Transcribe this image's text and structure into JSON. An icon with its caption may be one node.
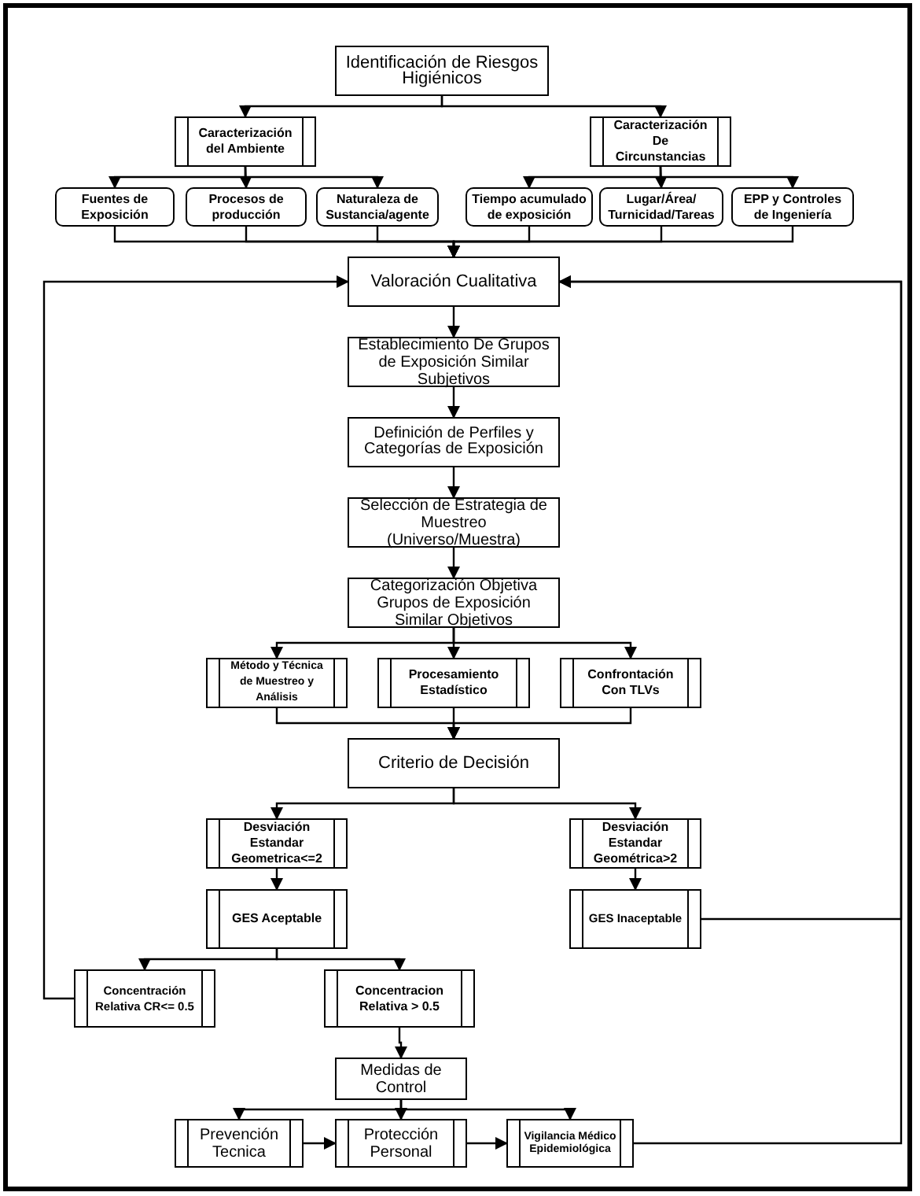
{
  "diagram": {
    "nodes": [
      {
        "text": [
          "Identificación de Riesgos Higiénicos"
        ]
      },
      {
        "text": [
          "Caracterización del Ambiente"
        ]
      },
      {
        "text": [
          "Caracterización De Circunstancias"
        ]
      },
      {
        "text": [
          "Fuentes de Exposición"
        ]
      },
      {
        "text": [
          "Procesos de producción"
        ]
      },
      {
        "text": [
          "Naturaleza de Sustancia/agente"
        ]
      },
      {
        "text": [
          "Tiempo acumulado de exposición"
        ]
      },
      {
        "text": [
          "Lugar/Área/ Turnicidad/Tareas"
        ]
      },
      {
        "text": [
          "EPP y Controles de Ingeniería"
        ]
      },
      {
        "text": [
          "Valoración Cualitativa"
        ]
      },
      {
        "text": [
          "Establecimiento De Grupos de Exposición Similar Subjetivos"
        ]
      },
      {
        "text": [
          "Definición de Perfiles y Categorías de Exposición"
        ]
      },
      {
        "text": [
          "Selección de Estrategia de Muestreo (Universo/Muestra)"
        ]
      },
      {
        "text": [
          "Categorización Objetiva Grupos de Exposición Similar Objetivos"
        ]
      },
      {
        "text": [
          "Método y Técnica de Muestreo y Análisis"
        ]
      },
      {
        "text": [
          "Procesamiento Estadístico"
        ]
      },
      {
        "text": [
          "Confrontación Con TLVs"
        ]
      },
      {
        "text": [
          "Criterio de Decisión"
        ]
      },
      {
        "text": [
          "Desviación Estandar Geometrica<=2"
        ]
      },
      {
        "text": [
          "Desviación Estandar Geométrica>2"
        ]
      },
      {
        "text": [
          "GES Aceptable"
        ]
      },
      {
        "text": [
          "GES Inaceptable"
        ]
      },
      {
        "text": [
          "Concentración Relativa CR<= 0.5"
        ]
      },
      {
        "text": [
          "Concentracion Relativa > 0.5"
        ]
      },
      {
        "text": [
          "Medidas de Control"
        ]
      },
      {
        "text": [
          "Prevención Tecnica"
        ]
      },
      {
        "text": [
          "Protección Personal"
        ]
      },
      {
        "text": [
          "Vigilancia Médico Epidemiológica"
        ]
      }
    ],
    "edges": [
      {
        "from": 0,
        "to": 1,
        "arrow": "to"
      },
      {
        "from": 0,
        "to": 2,
        "arrow": "to"
      },
      {
        "from": 1,
        "to": 3,
        "arrow": "to"
      },
      {
        "from": 1,
        "to": 4,
        "arrow": "to"
      },
      {
        "from": 1,
        "to": 5,
        "arrow": "to"
      },
      {
        "from": 2,
        "to": 6,
        "arrow": "to"
      },
      {
        "from": 2,
        "to": 7,
        "arrow": "to"
      },
      {
        "from": 2,
        "to": 8,
        "arrow": "to"
      },
      {
        "from": 3,
        "to": 9,
        "arrow": "to"
      },
      {
        "from": 4,
        "to": 9,
        "arrow": "to"
      },
      {
        "from": 5,
        "to": 9,
        "arrow": "to"
      },
      {
        "from": 6,
        "to": 9,
        "arrow": "to"
      },
      {
        "from": 7,
        "to": 9,
        "arrow": "to"
      },
      {
        "from": 8,
        "to": 9,
        "arrow": "to"
      },
      {
        "from": 9,
        "to": 10,
        "arrow": "to"
      },
      {
        "from": 10,
        "to": 11,
        "arrow": "to"
      },
      {
        "from": 11,
        "to": 12,
        "arrow": "to"
      },
      {
        "from": 12,
        "to": 13,
        "arrow": "to"
      },
      {
        "from": 13,
        "to": 14,
        "arrow": "to"
      },
      {
        "from": 13,
        "to": 15,
        "arrow": "to"
      },
      {
        "from": 13,
        "to": 16,
        "arrow": "to"
      },
      {
        "from": 14,
        "to": 17,
        "arrow": "to"
      },
      {
        "from": 15,
        "to": 17,
        "arrow": "to"
      },
      {
        "from": 16,
        "to": 17,
        "arrow": "to"
      },
      {
        "from": 17,
        "to": 18,
        "arrow": "to"
      },
      {
        "from": 17,
        "to": 19,
        "arrow": "to"
      },
      {
        "from": 18,
        "to": 20,
        "arrow": "to"
      },
      {
        "from": 19,
        "to": 21,
        "arrow": "to"
      },
      {
        "from": 20,
        "to": 22,
        "arrow": "to"
      },
      {
        "from": 20,
        "to": 23,
        "arrow": "to"
      },
      {
        "from": 22,
        "to": 9,
        "arrow": "to"
      },
      {
        "from": 21,
        "to": 9,
        "arrow": "to"
      },
      {
        "from": 23,
        "to": 24,
        "arrow": "to"
      },
      {
        "from": 24,
        "to": 25,
        "arrow": "to"
      },
      {
        "from": 24,
        "to": 26,
        "arrow": "to"
      },
      {
        "from": 24,
        "to": 27,
        "arrow": "to"
      },
      {
        "from": 25,
        "to": 26,
        "arrow": "to"
      },
      {
        "from": 26,
        "to": 27,
        "arrow": "to"
      },
      {
        "from": 27,
        "to": 9,
        "arrow": "to"
      }
    ]
  }
}
